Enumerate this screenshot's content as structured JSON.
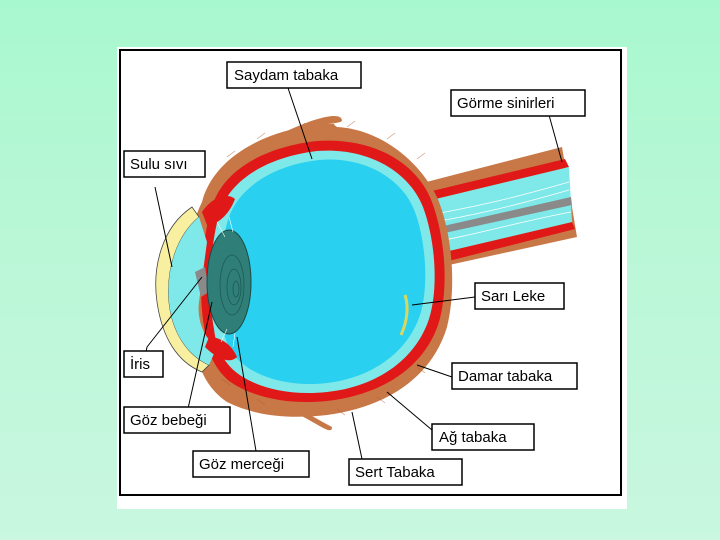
{
  "diagram": {
    "labels": {
      "saydam_tabaka": "Saydam tabaka",
      "gorme_sinirleri": "Görme sinirleri",
      "sulu_sivi": "Sulu sıvı",
      "sari_leke": "Sarı Leke",
      "iris": "İris",
      "damar_tabaka": "Damar tabaka",
      "goz_bebegi": "Göz bebeği",
      "ag_tabaka": "Ağ tabaka",
      "goz_mercegi": "Göz merceği",
      "sert_tabaka": "Sert Tabaka"
    }
  },
  "colors": {
    "background": "#aaf8d0",
    "sclera": "#c87846",
    "choroid": "#e01818",
    "retina": "#7fe8e8",
    "vitreous": "#2ad0f0",
    "lens": "#2f7f78",
    "cornea": "#f8f0a0",
    "nerve": "#8a8a8a"
  }
}
